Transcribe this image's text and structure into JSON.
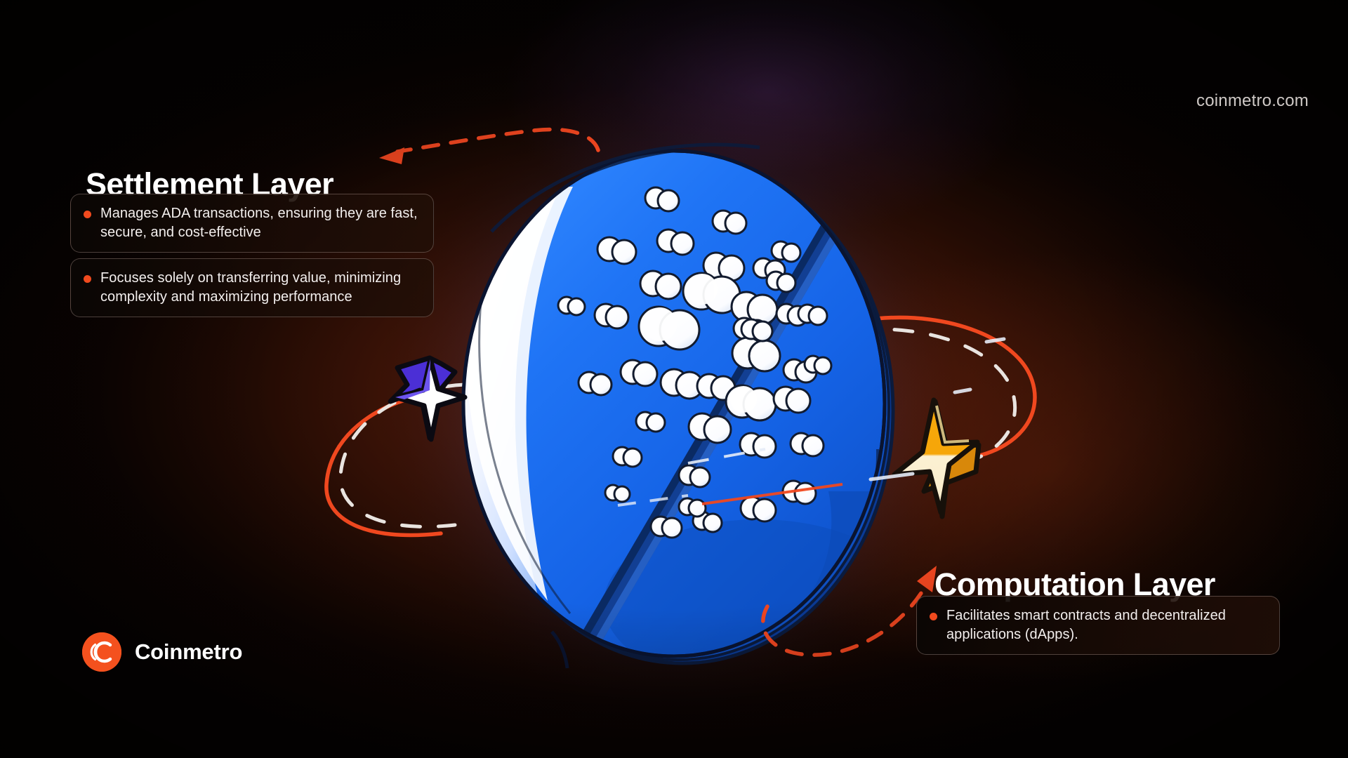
{
  "brand": {
    "site_url": "coinmetro.com",
    "logo_name": "Coinmetro",
    "logo_icon": "coinmetro-c-mark-icon",
    "accent_color": "#f4511e",
    "bullet_color": "#f04a1e"
  },
  "settlement": {
    "title": "Settlement Layer",
    "bullets": [
      "Manages ADA transactions, ensuring they are fast, secure, and cost-effective",
      "Focuses solely on transferring value, minimizing complexity and maximizing performance"
    ]
  },
  "computation": {
    "title": "Computation Layer",
    "bullets": [
      "Facilitates smart contracts and decentralized applications (dApps)."
    ]
  },
  "illustration": {
    "name": "cardano-split-sphere-illustration",
    "sphere_colors": {
      "body": "#1669e8",
      "highlight": "#f2f5ff",
      "shadow": "#0f4fc0",
      "rim": "#0b3fa0",
      "outline": "#0a1430"
    },
    "particles": "white-sphere-cluster",
    "star_left": {
      "name": "four-point-star-violet",
      "fill": "#ffffff",
      "accent": "#4b2fd6"
    },
    "star_right": {
      "name": "four-point-star-amber",
      "fill": "#f6a609",
      "accent": "#faeccb"
    },
    "orbit_rings": [
      "orange-solid-arc",
      "white-dashed-arc"
    ],
    "connector_arrows": [
      "dashed-arrow-to-settlement-layer",
      "dashed-arrow-to-computation-layer"
    ],
    "arrow_color": "#ef4620"
  }
}
